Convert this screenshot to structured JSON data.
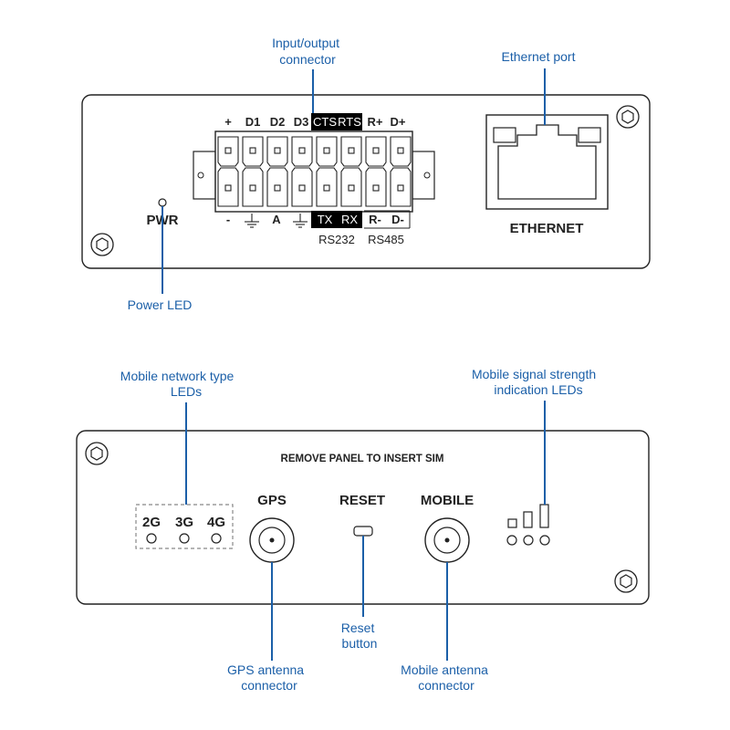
{
  "callouts": {
    "io_connector": [
      "Input/output",
      "connector"
    ],
    "ethernet_port": "Ethernet port",
    "power_led": "Power LED",
    "mobile_network_type_leds": [
      "Mobile network type",
      "LEDs"
    ],
    "mobile_signal_strength_leds": [
      "Mobile signal strength",
      "indication LEDs"
    ],
    "reset_button": [
      "Reset",
      "button"
    ],
    "gps_antenna_connector": [
      "GPS  antenna",
      "connector"
    ],
    "mobile_antenna_connector": [
      "Mobile antenna",
      "connector"
    ]
  },
  "front_panel": {
    "pwr_label": "PWR",
    "ethernet_label": "ETHERNET",
    "top_pin_labels": [
      "+",
      "D1",
      "D2",
      "D3",
      "CTS",
      "RTS",
      "R+",
      "D+"
    ],
    "bottom_pin_labels": [
      "-",
      "⏚",
      "A",
      "⏚",
      "TX",
      "RX",
      "R-",
      "D-"
    ],
    "rs232_label": "RS232",
    "rs485_label": "RS485"
  },
  "back_panel": {
    "remove_panel_text": "REMOVE PANEL TO INSERT SIM",
    "network_types": [
      "2G",
      "3G",
      "4G"
    ],
    "gps_label": "GPS",
    "reset_label": "RESET",
    "mobile_label": "MOBILE"
  },
  "colors": {
    "callout": "#1b5fa8",
    "outline": "#222222",
    "panel_fill": "#ffffff"
  }
}
